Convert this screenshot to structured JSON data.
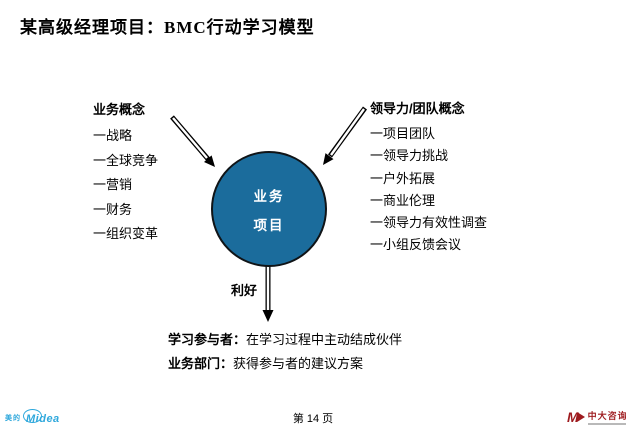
{
  "slide": {
    "title": "某高级经理项目：BMC行动学习模型"
  },
  "left_concepts": {
    "heading": "业务概念",
    "items": [
      "一战略",
      "一全球竞争",
      "一营销",
      "一财务",
      "一组织变革"
    ]
  },
  "right_concepts": {
    "heading": "领导力/团队概念",
    "items": [
      "一项目团队",
      "一领导力挑战",
      "一户外拓展",
      "一商业伦理",
      "一领导力有效性调查",
      "一小组反馈会议"
    ]
  },
  "center_circle": {
    "line1": "业务",
    "line2": "项目",
    "fill_color": "#1B6C9C"
  },
  "down_arrow_label": "利好",
  "outcomes": [
    {
      "label": "学习参与者：",
      "text": "在学习过程中主动结成伙伴"
    },
    {
      "label": "业务部门：",
      "text": "获得参与者的建议方案"
    }
  ],
  "footer": {
    "midea_cn": "美的",
    "midea_en": "Midea",
    "midea_color": "#2FA8DC",
    "page_label": "第 14 页",
    "consulting_mark": "M",
    "consulting_name": "中大咨询",
    "consulting_color": "#9E1B1F"
  }
}
